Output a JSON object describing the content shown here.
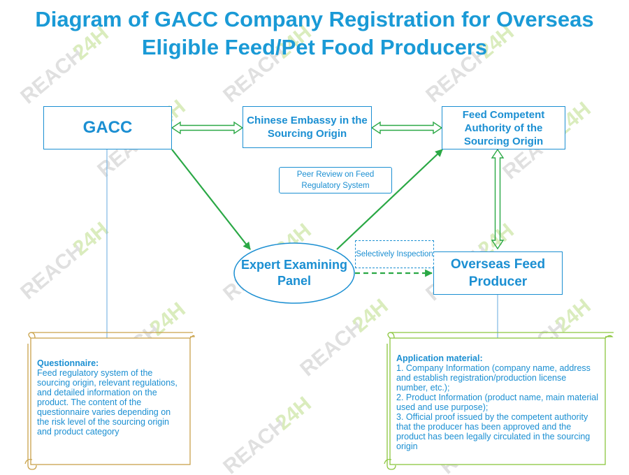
{
  "title_line1": "Diagram of GACC Company Registration for Overseas",
  "title_line2": "Eligible Feed/Pet Food Producers",
  "nodes": {
    "gacc": "GACC",
    "embassy": "Chinese Embassy in the Sourcing Origin",
    "authority": "Feed Competent Authority of the Sourcing Origin",
    "expert": "Expert Examining Panel",
    "producer": "Overseas Feed Producer"
  },
  "labels": {
    "peer_review": "Peer Review on Feed Regulatory System",
    "selective_inspection": "Selectively Inspection"
  },
  "questionnaire": {
    "heading": "Questionnaire:",
    "body": "Feed regulatory system of the sourcing origin, relevant regulations, and detailed information on the product. The content of the questionnaire varies depending on the risk level of the sourcing origin and product category"
  },
  "application": {
    "heading": "Application material:",
    "items": [
      "1. Company Information (company name, address and establish registration/production license number, etc.);",
      "2. Product Information (product name, main material used and use purpose);",
      "3. Official proof issued by the competent authority that the producer has been approved and the product has been legally circulated in the sourcing origin"
    ]
  },
  "watermark": "REACH24H",
  "colors": {
    "title": "#1a9ad6",
    "box_border": "#1b8fd2",
    "arrow_green": "#2aa845",
    "scroll_left": "#c9a24a",
    "scroll_right": "#8cc63f",
    "watermark_gray": "#d9d9d9",
    "watermark_green": "#d4e9b0"
  }
}
